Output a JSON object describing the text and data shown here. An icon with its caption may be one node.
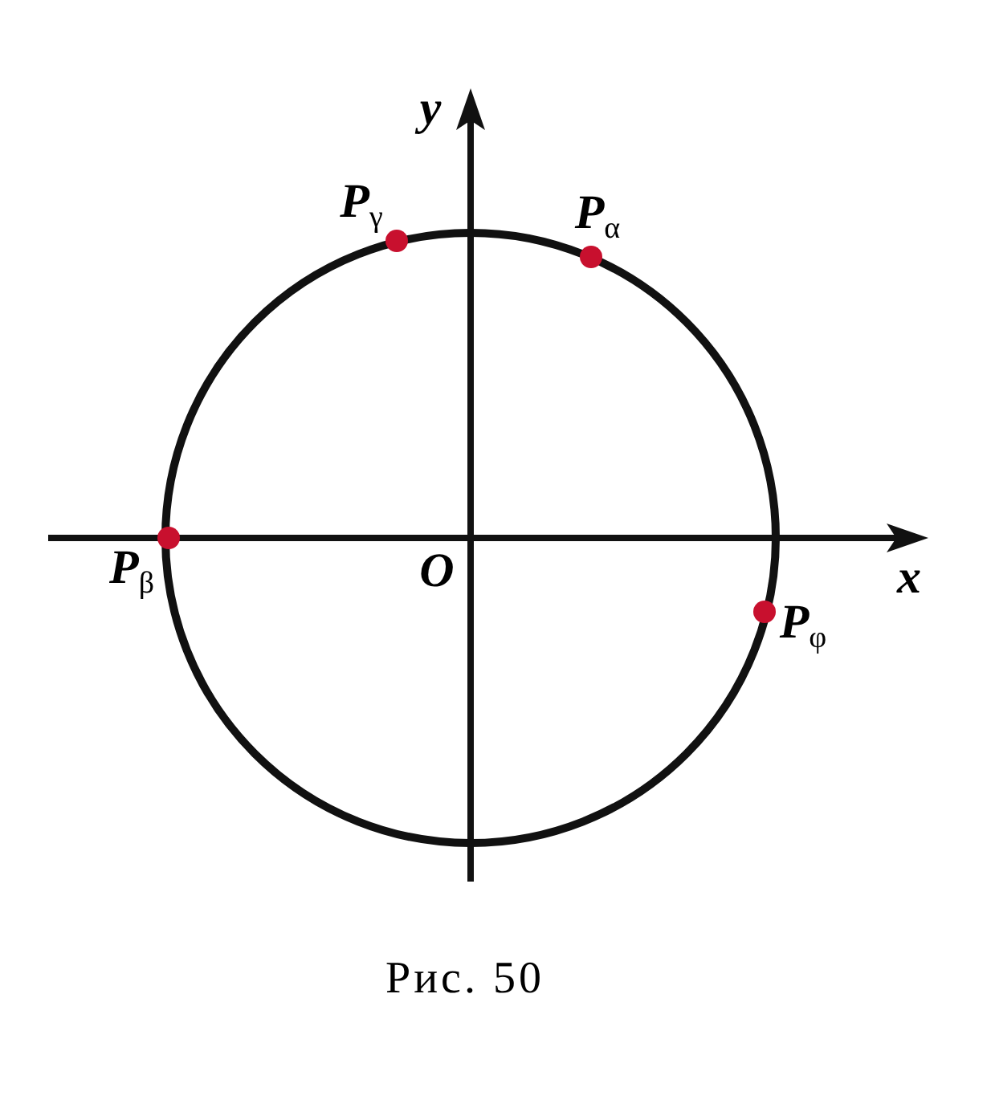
{
  "diagram": {
    "caption": "Рис. 50",
    "labels": [
      "y",
      "P$_{γ}$",
      "P$_{α}$",
      "P$_{β}$",
      "O",
      "x",
      "P$_{φ}$"
    ]
  }
}
